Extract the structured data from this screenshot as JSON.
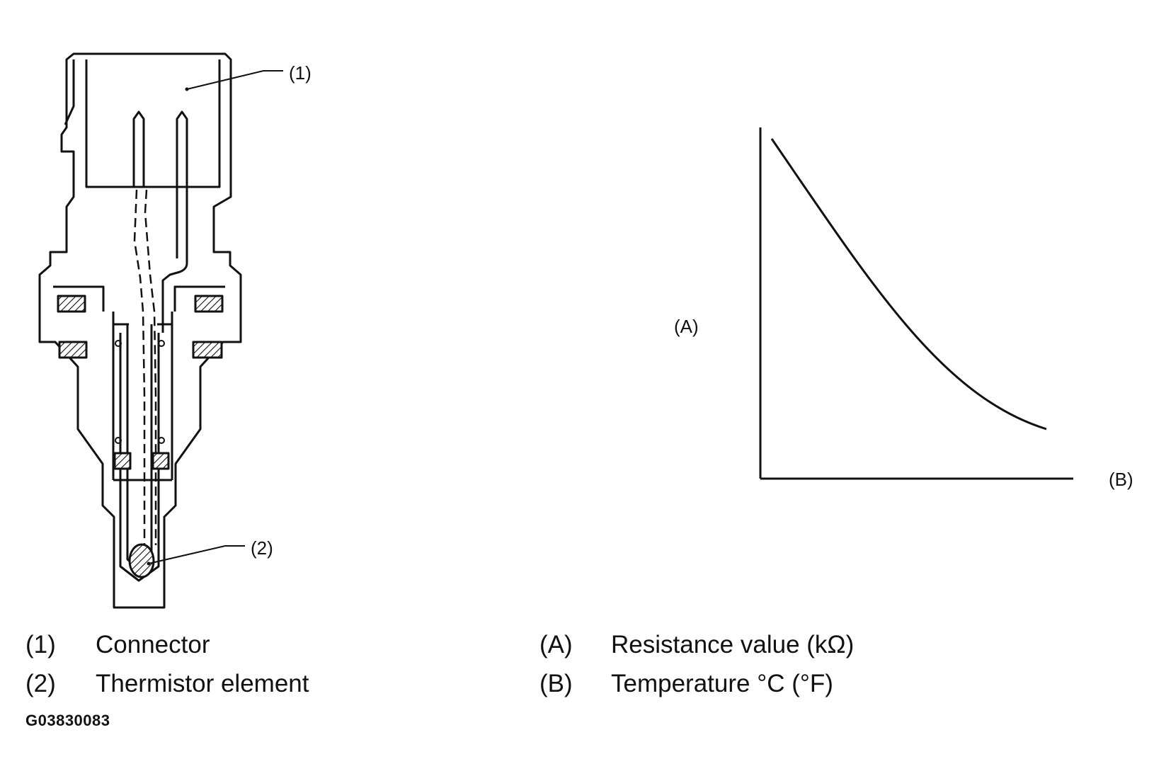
{
  "sensor_diagram": {
    "callouts": [
      {
        "key": "(1)"
      },
      {
        "key": "(2)"
      }
    ]
  },
  "graph": {
    "y_axis_key": "(A)",
    "x_axis_key": "(B)"
  },
  "legend": {
    "left": [
      {
        "key": "(1)",
        "desc": "Connector"
      },
      {
        "key": "(2)",
        "desc": "Thermistor element"
      }
    ],
    "right": [
      {
        "key": "(A)",
        "desc": "Resistance value (kΩ)"
      },
      {
        "key": "(B)",
        "desc": "Temperature °C (°F)"
      }
    ]
  },
  "figure_code": "G03830083"
}
